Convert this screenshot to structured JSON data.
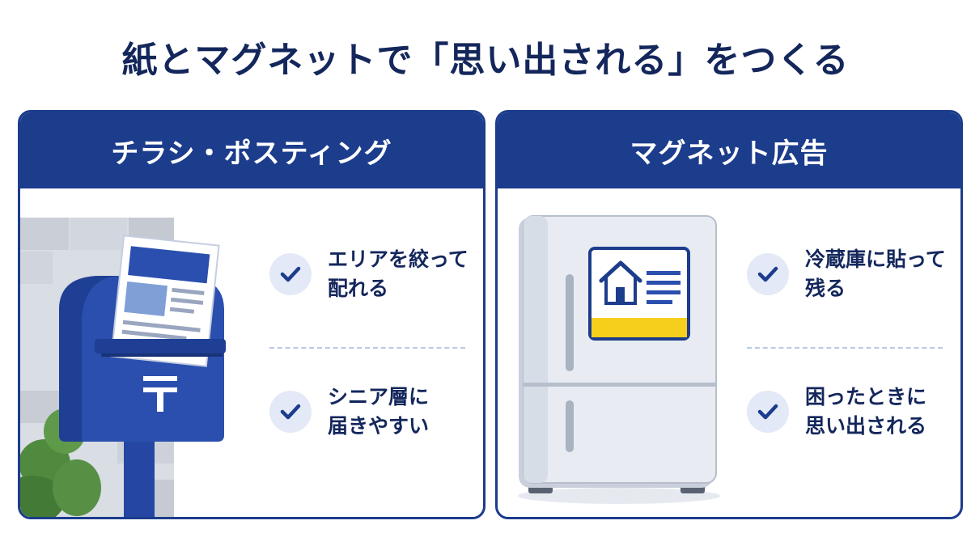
{
  "page": {
    "title": "紙とマグネットで「思い出される」をつくる"
  },
  "cards": [
    {
      "header": "チラシ・ポスティング",
      "features": [
        {
          "text": "エリアを絞って\n配れる",
          "icon": "check-icon"
        },
        {
          "text": "シニア層に\n届きやすい",
          "icon": "check-icon"
        }
      ],
      "illustration": "mailbox-with-flyer"
    },
    {
      "header": "マグネット広告",
      "features": [
        {
          "text": "冷蔵庫に貼って\n残る",
          "icon": "check-icon"
        },
        {
          "text": "困ったときに\n思い出される",
          "icon": "check-icon"
        }
      ],
      "illustration": "refrigerator-with-house-magnet"
    }
  ],
  "colors": {
    "navy": "#14275c",
    "header_blue": "#1c3c8c",
    "mailbox_blue": "#2a4fae",
    "check_bg": "#e3e9f6",
    "magnet_yellow": "#f5cf1c",
    "fridge_gray": "#e8ecf2"
  }
}
